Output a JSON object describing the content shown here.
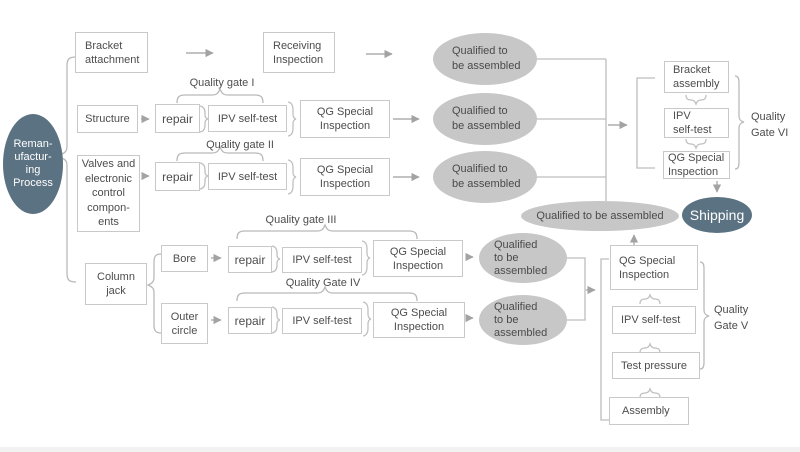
{
  "process": {
    "source": "Reman-\nufactur-\ning\nProcess",
    "shipping": "Shipping",
    "final_qualified": "Qualified to be assembled"
  },
  "inputs": {
    "bracket_attachment": "Bracket\nattachment",
    "structure": "Structure",
    "valves": "Valves and\nelectronic\ncontrol\ncompon-\nents",
    "column_jack": "Column\njack",
    "bore": "Bore",
    "outer_circle": "Outer\ncircle"
  },
  "row_top": {
    "receiving": "Receiving\nInspection",
    "qualified": "Qualified to\nbe assembled"
  },
  "chains": [
    {
      "gate": "Quality gate I",
      "repair": "repair",
      "self_test": "IPV self-test",
      "inspection": "QG Special\nInspection",
      "qualified": "Qualified to\nbe assembled"
    },
    {
      "gate": "Quality gate II",
      "repair": "repair",
      "self_test": "IPV self-test",
      "inspection": "QG Special\nInspection",
      "qualified": "Qualified to\nbe assembled"
    },
    {
      "gate": "Quality gate III",
      "repair": "repair",
      "self_test": "IPV self-test",
      "inspection": "QG Special\nInspection",
      "qualified": "Qualified\nto be\nassembled"
    },
    {
      "gate": "Quality Gate IV",
      "repair": "repair",
      "self_test": "IPV self-test",
      "inspection": "QG Special\nInspection",
      "qualified": "Qualified\nto be\nassembled"
    }
  ],
  "gate5": {
    "label": "Quality\nGate V",
    "steps": [
      "QG Special\nInspection",
      "IPV self-test",
      "Test pressure",
      "Assembly"
    ]
  },
  "gate6": {
    "label": "Quality\nGate VI",
    "steps": [
      "Bracket\nassembly",
      "IPV\nself-test",
      "QG Special\nInspection"
    ]
  },
  "colors": {
    "dark_oval": "#5a7282",
    "gray_oval": "#c7c7c7",
    "box_border": "#c9c9c9",
    "line": "#b9b9b9",
    "text": "#4d4d4d"
  }
}
